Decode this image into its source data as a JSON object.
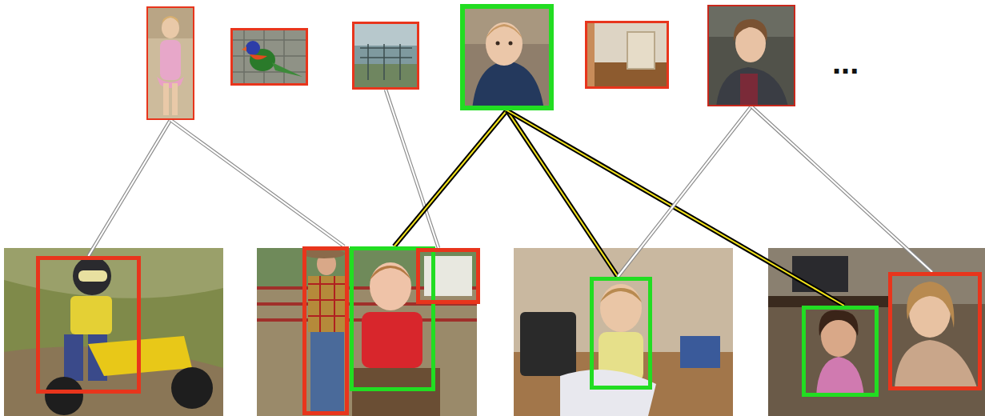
{
  "diagram": {
    "nodes": [
      {
        "text": []
      },
      {
        "text": []
      },
      {
        "text": []
      },
      {
        "text": []
      },
      {
        "text": []
      },
      {
        "text": []
      },
      {
        "text": []
      },
      {
        "text": []
      },
      {
        "text": []
      },
      {
        "text": []
      },
      {
        "text": []
      },
      {
        "text": []
      },
      {
        "text": []
      }
    ],
    "edges": [
      {
        "from": 0,
        "to": 6,
        "arrow": "none"
      },
      {
        "from": 0,
        "to": 7,
        "arrow": "none"
      },
      {
        "from": 2,
        "to": 9,
        "arrow": "none"
      },
      {
        "from": 3,
        "to": 8,
        "arrow": "none"
      },
      {
        "from": 3,
        "to": 10,
        "arrow": "none"
      },
      {
        "from": 3,
        "to": 11,
        "arrow": "none"
      },
      {
        "from": 5,
        "to": 10,
        "arrow": "none"
      },
      {
        "from": 5,
        "to": 12,
        "arrow": "none"
      }
    ],
    "labels": [
      "..."
    ]
  }
}
